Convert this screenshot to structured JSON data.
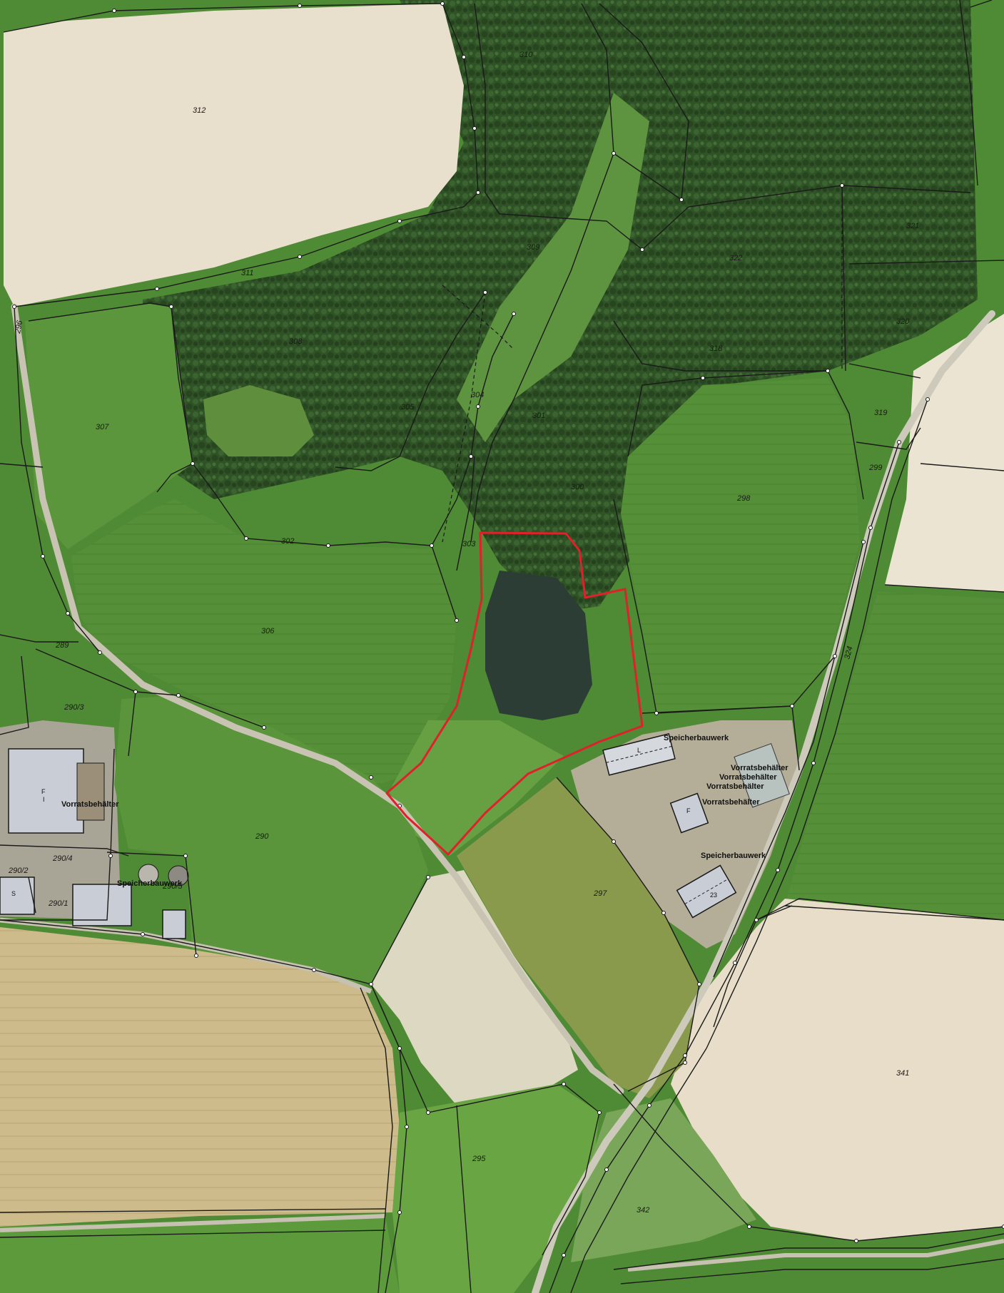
{
  "parcels": [
    {
      "id": "p312",
      "label": "312"
    },
    {
      "id": "p310",
      "label": "310"
    },
    {
      "id": "p311",
      "label": "311"
    },
    {
      "id": "p309",
      "label": "309"
    },
    {
      "id": "p308",
      "label": "308"
    },
    {
      "id": "p307",
      "label": "307"
    },
    {
      "id": "p305",
      "label": "305"
    },
    {
      "id": "p304",
      "label": "304"
    },
    {
      "id": "p303",
      "label": "303"
    },
    {
      "id": "p302",
      "label": "302"
    },
    {
      "id": "p301",
      "label": "301"
    },
    {
      "id": "p300",
      "label": "300"
    },
    {
      "id": "p306",
      "label": "306"
    },
    {
      "id": "p298",
      "label": "298"
    },
    {
      "id": "p299",
      "label": "299"
    },
    {
      "id": "p321",
      "label": "321"
    },
    {
      "id": "p322",
      "label": "322"
    },
    {
      "id": "p320",
      "label": "320"
    },
    {
      "id": "p318",
      "label": "318"
    },
    {
      "id": "p319",
      "label": "319"
    },
    {
      "id": "p289",
      "label": "289"
    },
    {
      "id": "p290_3",
      "label": "290/3"
    },
    {
      "id": "p290",
      "label": "290"
    },
    {
      "id": "p290_4",
      "label": "290/4"
    },
    {
      "id": "p290_2",
      "label": "290/2"
    },
    {
      "id": "p290_1",
      "label": "290/1"
    },
    {
      "id": "p290_5",
      "label": "290/5"
    },
    {
      "id": "p297",
      "label": "297"
    },
    {
      "id": "p295",
      "label": "295"
    },
    {
      "id": "p341",
      "label": "341"
    },
    {
      "id": "p342",
      "label": "342"
    },
    {
      "id": "p324",
      "label": "324"
    },
    {
      "id": "p296",
      "label": "296"
    }
  ],
  "buildings": [
    {
      "id": "b1",
      "label": "Speicherbauwerk"
    },
    {
      "id": "b2",
      "label": "Vorratsbehälter"
    },
    {
      "id": "b3",
      "label": "Vorratsbehälter"
    },
    {
      "id": "b4",
      "label": "Vorratsbehälter"
    },
    {
      "id": "b5",
      "label": "Vorratsbehälter"
    },
    {
      "id": "b6",
      "label": "Speicherbauwerk"
    },
    {
      "id": "b7",
      "label": "Vorratsbehälter"
    },
    {
      "id": "b8",
      "label": "Speicherbauwerk"
    }
  ],
  "building_marks": {
    "f1": "F",
    "f2": "I",
    "f3": "F",
    "f4": "L",
    "f5": "S",
    "f6": "23"
  },
  "colors": {
    "highlight_boundary": "#e0202a",
    "parcel_lines": "#1a1a1a",
    "forest": "#2f5226",
    "meadow": "#4f8a34",
    "crop_light": "#e6ddc8",
    "crop_tan": "#c9b88a",
    "pond": "#2c3d35",
    "road": "#c7c4b8",
    "building_roof": "#c9ced6"
  }
}
